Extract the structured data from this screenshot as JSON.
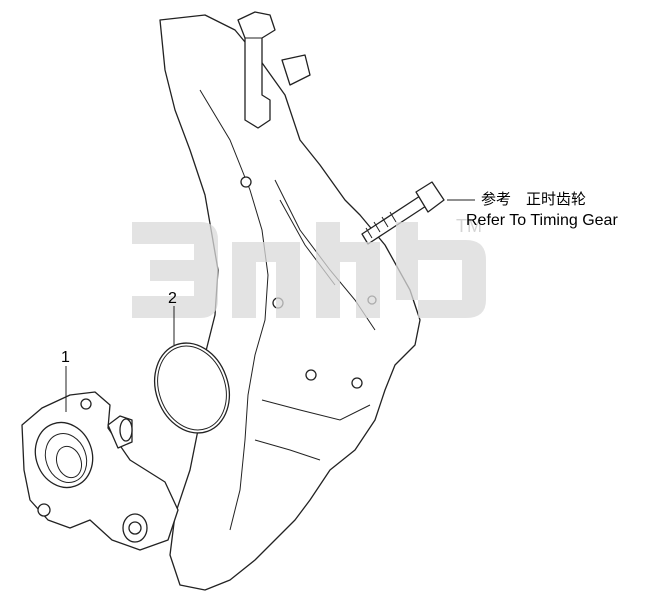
{
  "callouts": [
    {
      "number": "1",
      "part": "housing"
    },
    {
      "number": "2",
      "part": "gasket"
    }
  ],
  "reference": {
    "chinese": "参考　正时齿轮",
    "english": "Refer To Timing Gear"
  },
  "watermark": {
    "trademark": "TM",
    "color": "#d9d9d9"
  }
}
